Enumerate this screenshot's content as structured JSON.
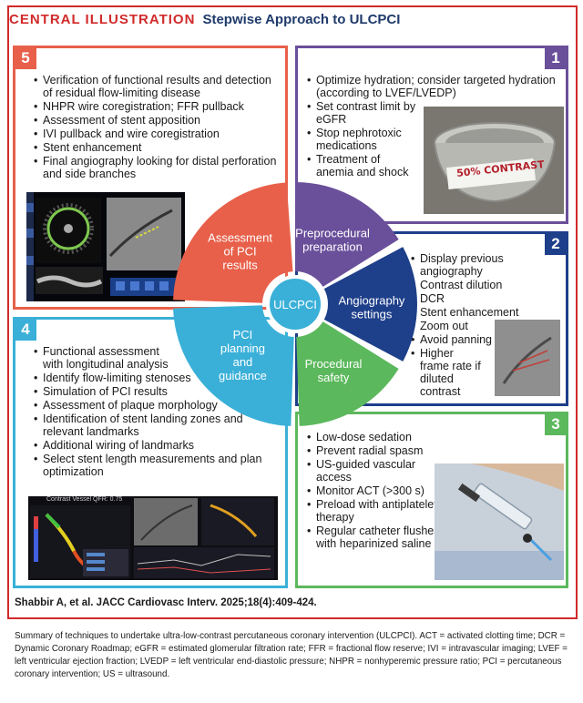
{
  "header": {
    "kicker": "CENTRAL ILLUSTRATION",
    "title": "Stepwise Approach to ULCPCI"
  },
  "panels": {
    "p5": {
      "number": "5",
      "items": [
        "Verification of functional results and detection of residual flow-limiting disease",
        "NHPR wire coregistration; FFR pullback",
        "Assessment of stent apposition",
        "IVI pullback and wire coregistration",
        "Stent enhancement",
        "Final angiography looking for distal perforation and side branches"
      ]
    },
    "p1": {
      "number": "1",
      "items": [
        "Optimize hydration; consider targeted hydration (according to LVEF/LVEDP)",
        "Set contrast limit by eGFR",
        "Stop nephrotoxic medications",
        "Treatment of anemia and shock"
      ],
      "photo_label": "50% CONTRAST"
    },
    "p2": {
      "number": "2",
      "items": [
        "Display previous angiography",
        "Contrast dilution",
        "DCR",
        "Stent enhancement",
        "Zoom out",
        "Avoid panning",
        "Higher frame rate if diluted contrast"
      ]
    },
    "p4": {
      "number": "4",
      "items": [
        "Functional assessment with longitudinal analysis",
        "Identify flow-limiting stenoses",
        "Simulation of PCI results",
        "Assessment of plaque morphology",
        "Identification of stent landing zones and relevant landmarks",
        "Additional wiring of landmarks",
        "Select stent length measurements and plan optimization"
      ],
      "screen_title": "Contrast Vessel QFR: 0.75"
    },
    "p3": {
      "number": "3",
      "items": [
        "Low-dose sedation",
        "Prevent radial spasm",
        "US-guided vascular access",
        "Monitor ACT (>300 s)",
        "Preload with antiplatelet therapy",
        "Regular catheter flushes with heparinized saline"
      ]
    }
  },
  "wheel": {
    "center": "ULCPCI",
    "segments": [
      {
        "label_lines": [
          "Assessment",
          "of PCI",
          "results"
        ],
        "color": "#e8604a"
      },
      {
        "label_lines": [
          "Preprocedural",
          "preparation"
        ],
        "color": "#6a4f9a"
      },
      {
        "label_lines": [
          "Angiography",
          "settings"
        ],
        "color": "#1e3f8a"
      },
      {
        "label_lines": [
          "Procedural",
          "safety"
        ],
        "color": "#5cb85c"
      },
      {
        "label_lines": [
          "PCI",
          "planning",
          "and",
          "guidance"
        ],
        "color": "#3ab0d8"
      }
    ]
  },
  "citation": "Shabbir A, et al. JACC Cardiovasc Interv. 2025;18(4):409-424.",
  "caption": "Summary of techniques to undertake ultra-low-contrast percutaneous coronary intervention (ULCPCI). ACT = activated clotting time; DCR = Dynamic Coronary Roadmap; eGFR = estimated glomerular filtration rate; FFR = fractional flow reserve; IVI = intravascular imaging; LVEF = left ventricular ejection fraction; LVEDP = left ventricular end-diastolic pressure; NHPR = nonhyperemic pressure ratio; PCI = percutaneous coronary intervention; US = ultrasound."
}
